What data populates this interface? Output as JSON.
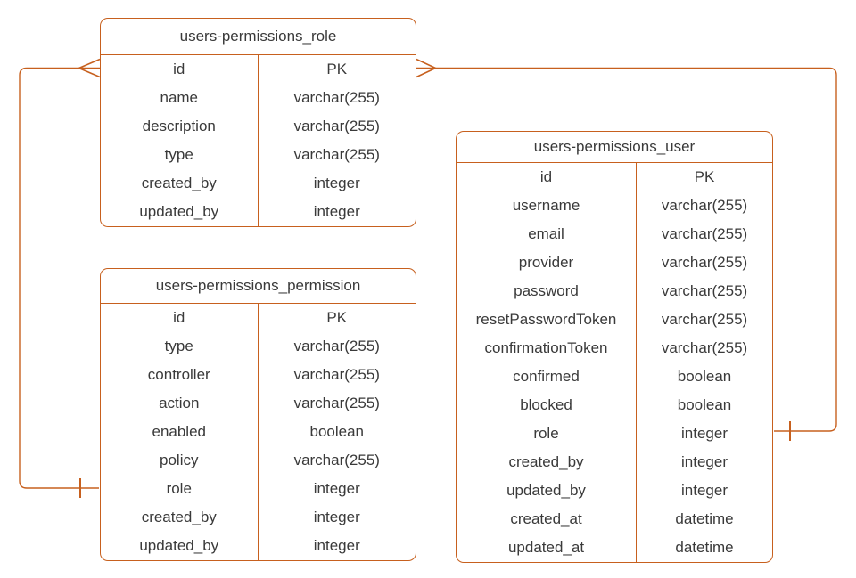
{
  "diagram": {
    "type": "entity-relationship",
    "tables": [
      {
        "id": "role",
        "title": "users-permissions_role",
        "fields": [
          {
            "name": "id",
            "type": "PK"
          },
          {
            "name": "name",
            "type": "varchar(255)"
          },
          {
            "name": "description",
            "type": "varchar(255)"
          },
          {
            "name": "type",
            "type": "varchar(255)"
          },
          {
            "name": "created_by",
            "type": "integer"
          },
          {
            "name": "updated_by",
            "type": "integer"
          }
        ]
      },
      {
        "id": "permission",
        "title": "users-permissions_permission",
        "fields": [
          {
            "name": "id",
            "type": "PK"
          },
          {
            "name": "type",
            "type": "varchar(255)"
          },
          {
            "name": "controller",
            "type": "varchar(255)"
          },
          {
            "name": "action",
            "type": "varchar(255)"
          },
          {
            "name": "enabled",
            "type": "boolean"
          },
          {
            "name": "policy",
            "type": "varchar(255)"
          },
          {
            "name": "role",
            "type": "integer"
          },
          {
            "name": "created_by",
            "type": "integer"
          },
          {
            "name": "updated_by",
            "type": "integer"
          }
        ]
      },
      {
        "id": "user",
        "title": "users-permissions_user",
        "fields": [
          {
            "name": "id",
            "type": "PK"
          },
          {
            "name": "username",
            "type": "varchar(255)"
          },
          {
            "name": "email",
            "type": "varchar(255)"
          },
          {
            "name": "provider",
            "type": "varchar(255)"
          },
          {
            "name": "password",
            "type": "varchar(255)"
          },
          {
            "name": "resetPasswordToken",
            "type": "varchar(255)"
          },
          {
            "name": "confirmationToken",
            "type": "varchar(255)"
          },
          {
            "name": "confirmed",
            "type": "boolean"
          },
          {
            "name": "blocked",
            "type": "boolean"
          },
          {
            "name": "role",
            "type": "integer"
          },
          {
            "name": "created_by",
            "type": "integer"
          },
          {
            "name": "updated_by",
            "type": "integer"
          },
          {
            "name": "created_at",
            "type": "datetime"
          },
          {
            "name": "updated_at",
            "type": "datetime"
          }
        ]
      }
    ],
    "relations": [
      {
        "from_table": "users-permissions_role",
        "from_field": "id",
        "from_cardinality": "many",
        "to_table": "users-permissions_permission",
        "to_field": "role",
        "to_cardinality": "one"
      },
      {
        "from_table": "users-permissions_role",
        "from_field": "id",
        "from_cardinality": "many",
        "to_table": "users-permissions_user",
        "to_field": "role",
        "to_cardinality": "one"
      }
    ]
  },
  "colors": {
    "stroke": "#C7601E",
    "text": "#3A3A3A",
    "background": "#FFFFFF"
  }
}
